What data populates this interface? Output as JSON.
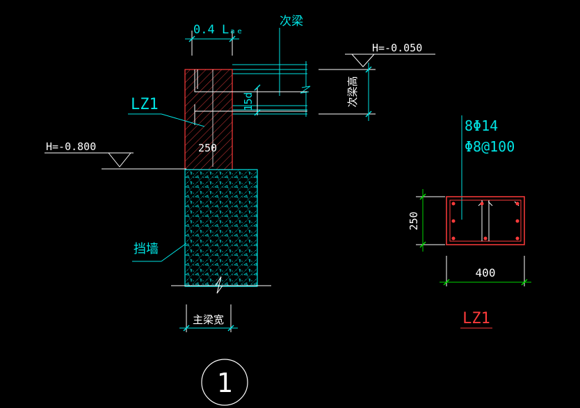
{
  "colors": {
    "background": "#000000",
    "cyan": "#00e5e5",
    "red": "#ff3b3b",
    "green": "#00d800",
    "white": "#ffffff",
    "hatch_red": "#e04040",
    "hatch_cyan": "#00bfbf"
  },
  "labels": {
    "anchor_length": "0.4 Lₐₑ",
    "secondary_beam": "次梁",
    "level_top": "H=-0.050",
    "level_bottom": "H=-0.800",
    "column_tag": "LZ1",
    "bend_length": "15d",
    "beam_height": "次梁高",
    "column_width": "250",
    "retaining_wall": "挡墙",
    "main_beam_width": "主梁宽",
    "detail_number": "1"
  },
  "section": {
    "main_rebar": "8Φ14",
    "stirrup": "Φ8@100",
    "height": "250",
    "width": "400",
    "title": "LZ1"
  }
}
